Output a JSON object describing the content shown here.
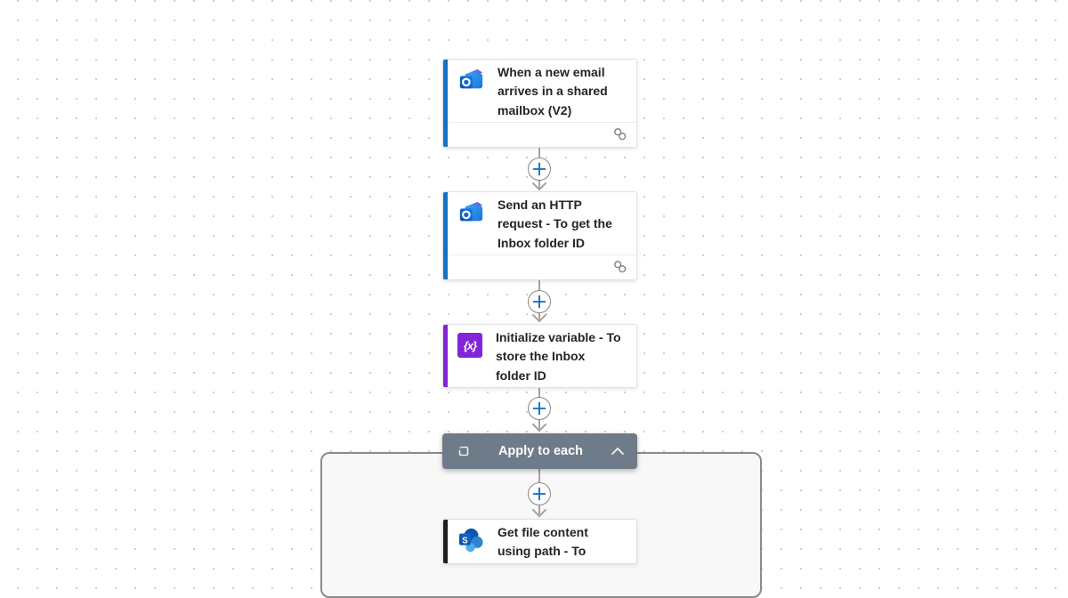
{
  "flow": {
    "nodes": [
      {
        "id": "trigger-new-email",
        "title": "When a new email arrives in a shared mailbox (V2)",
        "icon": "outlook-icon",
        "accent_color": "#1173c6",
        "footer_icon": "connection-link-icon"
      },
      {
        "id": "send-http-request",
        "title": "Send an HTTP request - To get the Inbox folder ID",
        "icon": "outlook-icon",
        "accent_color": "#1173c6",
        "footer_icon": "connection-link-icon"
      },
      {
        "id": "initialize-variable",
        "title": "Initialize variable - To store the Inbox folder ID",
        "icon": "variable-icon",
        "icon_glyph": "{x}",
        "accent_color": "#8324d8"
      },
      {
        "id": "apply-to-each",
        "title": "Apply to each",
        "type": "scope",
        "icon": "loop-icon",
        "header_color": "#6e7b89",
        "collapse_icon": "chevron-up-icon"
      },
      {
        "id": "get-file-content",
        "title": "Get file content using path - To",
        "icon": "sharepoint-icon",
        "accent_color": "#1f1f1f"
      }
    ]
  },
  "connectors": {
    "plus_button_icon": "plus-icon",
    "plus_color": "#0f6cbd",
    "line_color": "#a6a4a2"
  },
  "canvas": {
    "dot_color": "#cccccc",
    "scope_background": "#f8f8f8",
    "scope_border": "#8d8b89"
  }
}
